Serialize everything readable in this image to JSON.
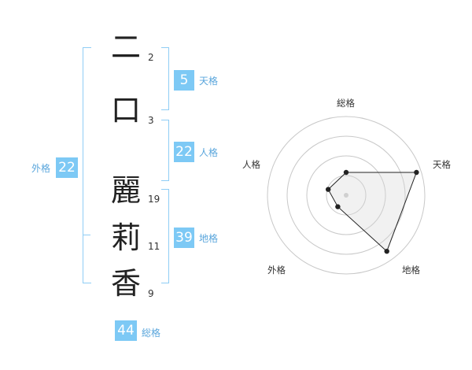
{
  "characters": [
    {
      "char": "二",
      "strokes": "2"
    },
    {
      "char": "口",
      "strokes": "3"
    },
    {
      "char": "麗",
      "strokes": "19"
    },
    {
      "char": "莉",
      "strokes": "11"
    },
    {
      "char": "香",
      "strokes": "9"
    }
  ],
  "fortunes": {
    "tenkaku": {
      "value": "5",
      "label": "天格"
    },
    "jinkaku": {
      "value": "22",
      "label": "人格"
    },
    "chikaku": {
      "value": "39",
      "label": "地格"
    },
    "gaikaku": {
      "value": "22",
      "label": "外格"
    },
    "soukaku": {
      "value": "44",
      "label": "総格"
    }
  },
  "colors": {
    "accent": "#7dc9f5",
    "bracket": "#8fcdf5",
    "label": "#5aa6dc"
  },
  "chart_data": {
    "type": "radar",
    "axes": [
      "総格",
      "天格",
      "地格",
      "外格",
      "人格"
    ],
    "values": [
      0.29,
      0.94,
      0.88,
      0.18,
      0.24
    ],
    "range": [
      0,
      1
    ],
    "rings": 4
  }
}
